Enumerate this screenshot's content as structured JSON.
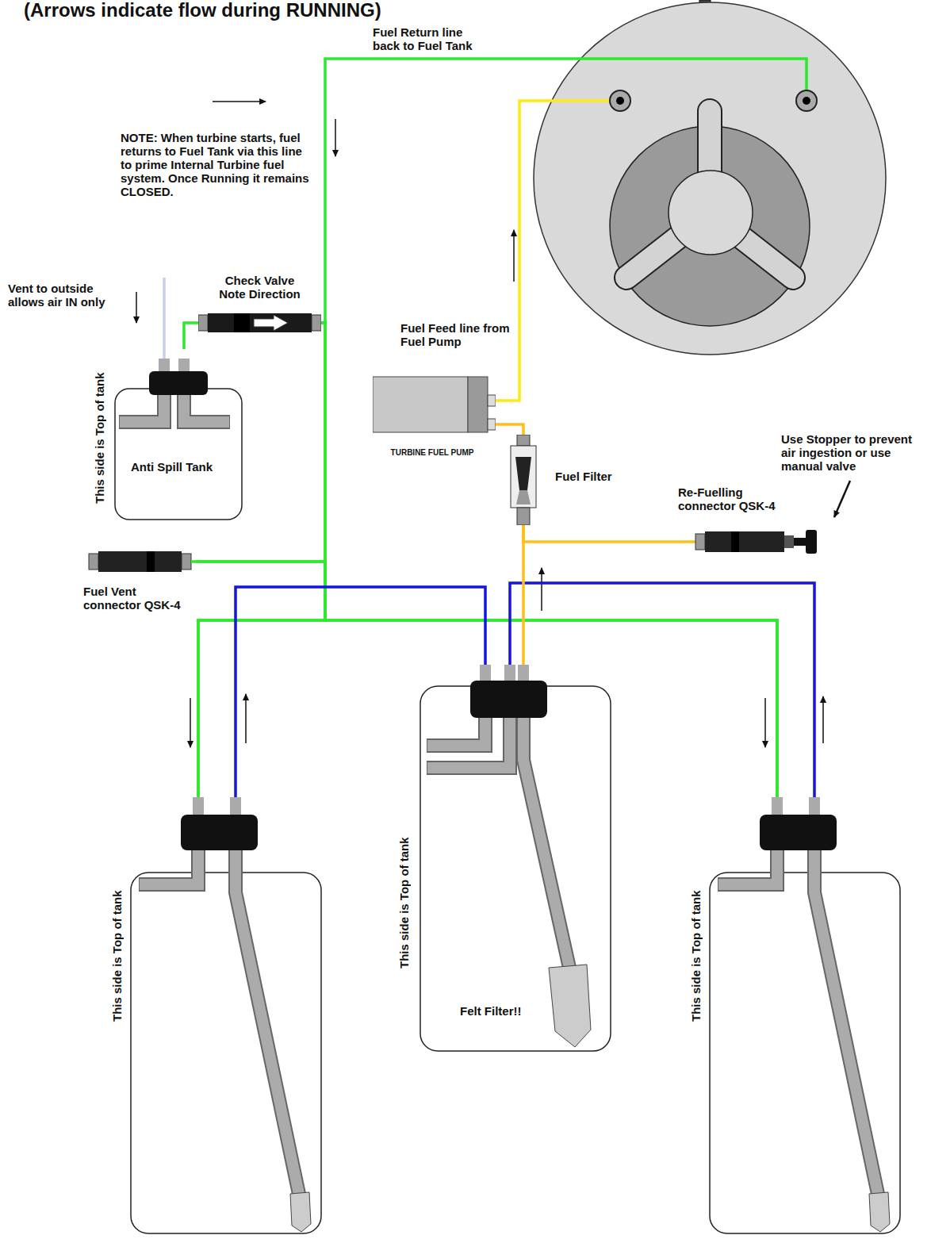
{
  "diagram": {
    "title": "(Arrows indicate flow during RUNNING)",
    "nodes": [
      {
        "text": [
          "This side is Top of tank",
          "Anti Spill Tank"
        ]
      },
      {
        "text": [
          "Check Valve Note Direction"
        ]
      },
      {
        "text": [
          "TURBINE FUEL PUMP"
        ]
      },
      {
        "text": [
          "Fuel Filter"
        ]
      },
      {
        "text": [
          "Re-Fuelling connector QSK-4"
        ]
      },
      {
        "text": [
          "Fuel Vent connector QSK-4"
        ]
      },
      {
        "text": [
          "This side is Top of tank"
        ]
      },
      {
        "text": [
          "This side is Top of tank",
          "Felt Filter!!"
        ]
      },
      {
        "text": [
          "This side is Top of tank"
        ]
      }
    ],
    "edges": [
      {
        "from": 0,
        "to": 1,
        "arrow": "none"
      },
      {
        "from": 1,
        "to": 6,
        "arrow": "none"
      },
      {
        "from": 1,
        "to": 8,
        "arrow": "none"
      },
      {
        "from": 5,
        "to": 6,
        "arrow": "none"
      },
      {
        "from": 5,
        "to": 8,
        "arrow": "none"
      },
      {
        "from": 6,
        "to": 7,
        "arrow": "none"
      },
      {
        "from": 8,
        "to": 7,
        "arrow": "none"
      },
      {
        "from": 7,
        "to": 3,
        "arrow": "none"
      },
      {
        "from": 3,
        "to": 2,
        "arrow": "none"
      },
      {
        "from": 4,
        "to": 3,
        "arrow": "none"
      }
    ],
    "labels": [
      "Fuel Return line back to Fuel Tank",
      "NOTE: When turbine starts, fuel returns to Fuel Tank via this line to prime Internal Turbine fuel system. Once Running it remains CLOSED.",
      "Vent to outside allows air IN only",
      "Fuel Feed line from Fuel Pump",
      "Use Stopper to prevent air ingestion or use manual valve"
    ]
  }
}
